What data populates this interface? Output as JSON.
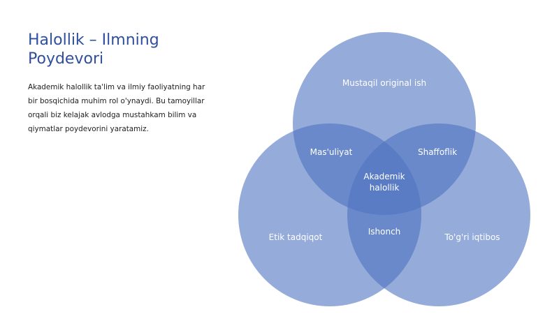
{
  "slide": {
    "title": "Halollik – Ilmning Poydevori",
    "body": "Akademik halollik ta'lim va ilmiy faoliyatning har bir bosqichida muhim rol o'ynaydi. Bu tamoyillar orqali biz kelajak avlodga mustahkam bilim va qiymatlar poydevorini yaratamiz."
  },
  "venn": {
    "circle_color": "#4f73bf",
    "circles": [
      {
        "label": "Mustaqil original ish"
      },
      {
        "label": "Etik tadqiqot"
      },
      {
        "label": "To'g'ri iqtibos"
      }
    ],
    "intersections": {
      "top_left": "Mas'uliyat",
      "top_right": "Shaffoflik",
      "bottom": "Ishonch",
      "center": [
        "Akademik",
        "halollik"
      ]
    }
  }
}
